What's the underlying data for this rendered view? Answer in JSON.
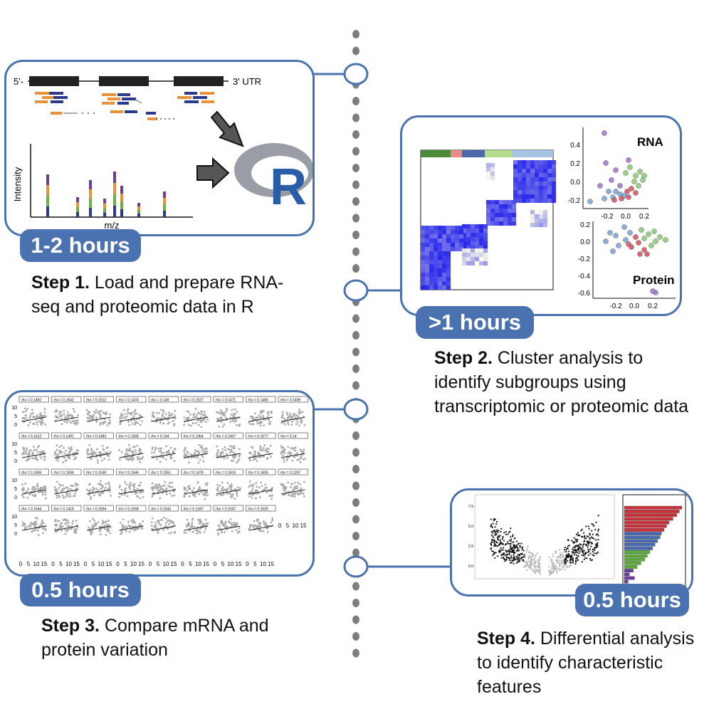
{
  "steps": [
    {
      "bold": "Step 1.",
      "text": " Load and prepare RNA-seq and proteomic data in R",
      "time": "1-2 hours"
    },
    {
      "bold": "Step 2.",
      "text": " Cluster analysis to identify subgroups using transcriptomic or proteomic data",
      "time": ">1 hours"
    },
    {
      "bold": "Step 3.",
      "text": " Compare mRNA and protein variation",
      "time": "0.5 hours"
    },
    {
      "bold": "Step 4.",
      "text": " Differential analysis to identify characteristic features",
      "time": "0.5 hours"
    }
  ],
  "panel1": {
    "gene_left": "5'-",
    "gene_right": "3' UTR",
    "y_axis": "Intensity",
    "x_axis": "m/z",
    "r_letter": "R"
  },
  "panel2": {
    "rna_label": "RNA",
    "protein_label": "Protein",
    "rna_y_ticks": [
      "0.4",
      "0.2",
      "0.0",
      "-0.2"
    ],
    "rna_x_ticks": [
      "-0.2",
      "0.0",
      "0.2"
    ],
    "protein_y_ticks": [
      "0.2",
      "0.0",
      "-0.2",
      "-0.4",
      "-0.6"
    ],
    "protein_x_ticks": [
      "-0.2",
      "0.0",
      "0.2"
    ]
  },
  "panel3": {
    "rho_values": [
      [
        "rho = 0.1492",
        "rho = 0.1642",
        "rho = 0.1512",
        "rho = 0.1474",
        "rho = 0.149",
        "rho = 0.1527",
        "rho = 0.1471",
        "rho = 0.1466",
        "rho = 0.1409"
      ],
      [
        "rho = 0.1612",
        "rho = 0.1491",
        "rho = 0.1483",
        "rho = 0.1568",
        "rho = 0.144",
        "rho = 0.1364",
        "rho = 0.1407",
        "rho = 0.1577",
        "rho = 0.14"
      ],
      [
        "rho = 0.1606",
        "rho = 0.1594",
        "rho = 0.1536",
        "rho = 0.1546",
        "rho = 0.1551",
        "rho = 0.1478",
        "rho = 0.1415",
        "rho = 0.1605",
        "rho = 0.1297"
      ],
      [
        "rho = 0.1544",
        "rho = 0.1416",
        "rho = 0.1604",
        "rho = 0.1558",
        "rho = 0.1543",
        "rho = 0.1347",
        "rho = 0.1547",
        "rho = 0.1525"
      ]
    ],
    "y_ticks": [
      "10",
      "5",
      "0"
    ],
    "x_ticks": [
      "0",
      "5",
      "10",
      "15"
    ]
  },
  "panel4": {
    "y_ticks": [
      "7.5",
      "5.0",
      "2.5",
      "0.0"
    ]
  }
}
